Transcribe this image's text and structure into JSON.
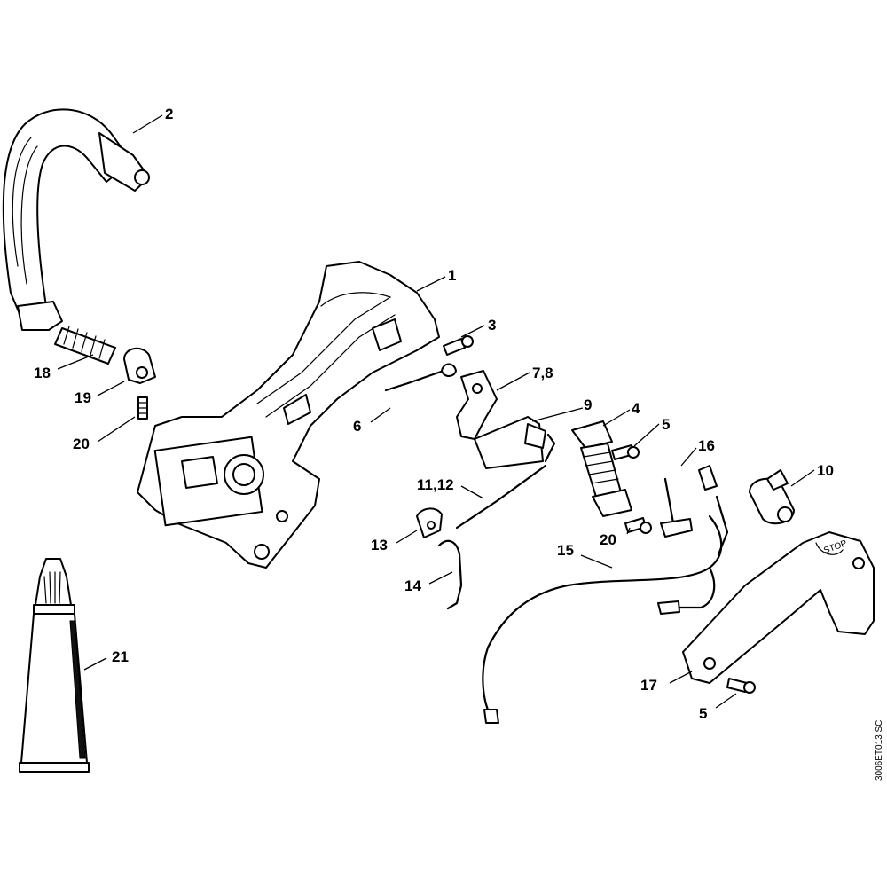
{
  "callouts": {
    "c1": "1",
    "c2": "2",
    "c3": "3",
    "c4": "4",
    "c5a": "5",
    "c5b": "5",
    "c6": "6",
    "c78": "7,8",
    "c9": "9",
    "c10": "10",
    "c1112": "11,12",
    "c13": "13",
    "c14": "14",
    "c15": "15",
    "c16": "16",
    "c17": "17",
    "c18": "18",
    "c19": "19",
    "c20a": "20",
    "c20b": "20",
    "c21": "21"
  },
  "drawing_code": "3006ET013 SC",
  "stop_label": "STOP"
}
